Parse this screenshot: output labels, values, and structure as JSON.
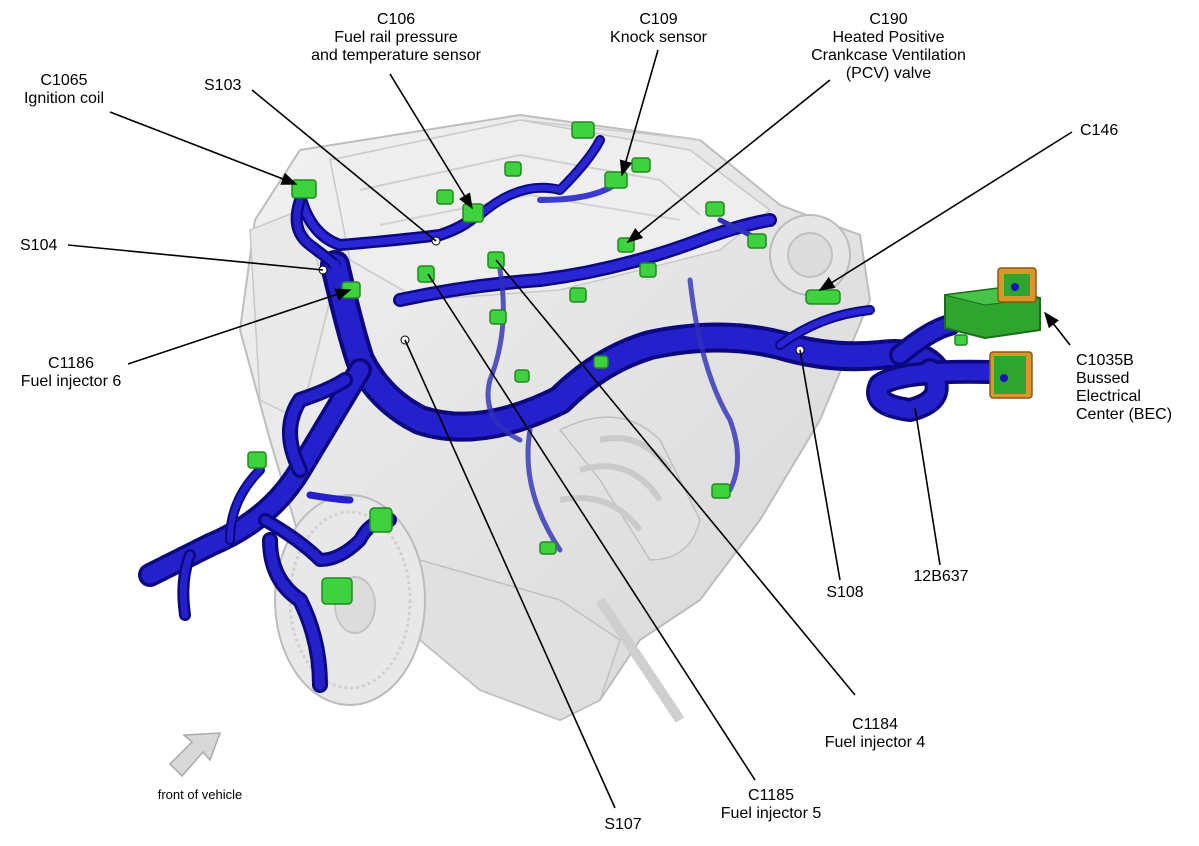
{
  "callouts": {
    "c106": {
      "id": "C106",
      "line1": "Fuel rail pressure",
      "line2": "and temperature sensor"
    },
    "c109": {
      "id": "C109",
      "desc": "Knock sensor"
    },
    "c190": {
      "id": "C190",
      "line1": "Heated Positive",
      "line2": "Crankcase Ventilation",
      "line3": "(PCV) valve"
    },
    "c1065": {
      "id": "C1065",
      "desc": "Ignition coil"
    },
    "s103": {
      "id": "S103"
    },
    "c146": {
      "id": "C146"
    },
    "s104": {
      "id": "S104"
    },
    "c1186": {
      "id": "C1186",
      "desc": "Fuel injector 6"
    },
    "c1035b": {
      "id": "C1035B",
      "line1": "Bussed",
      "line2": "Electrical",
      "line3": "Center (BEC)"
    },
    "s108": {
      "id": "S108"
    },
    "harness": {
      "id": "12B637"
    },
    "c1184": {
      "id": "C1184",
      "desc": "Fuel injector 4"
    },
    "c1185": {
      "id": "C1185",
      "desc": "Fuel injector 5"
    },
    "s107": {
      "id": "S107"
    },
    "front": {
      "text": "front of vehicle"
    }
  },
  "colors": {
    "harness": "#1a14b8",
    "harness_dark": "#0c0880",
    "connector": "#3fd23f",
    "connector_dark": "#1f8a1f",
    "engine": "#e4e4e4",
    "engine_edge": "#c4c4c4",
    "bec": "#2fa52f",
    "bec_orange": "#d9962a",
    "leader": "#000000",
    "arrow": "#d8d8d8"
  }
}
